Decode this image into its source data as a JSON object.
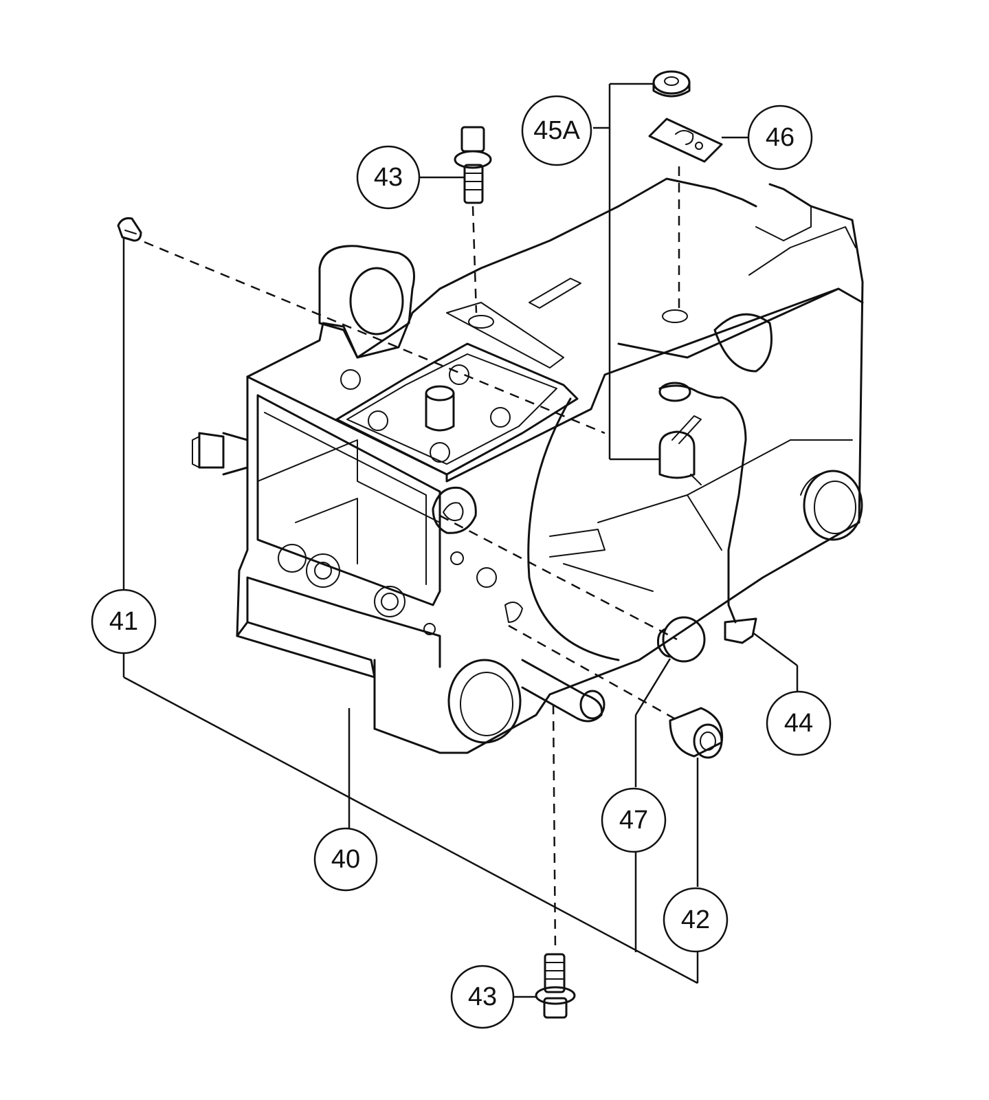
{
  "callouts": {
    "c40": "40",
    "c41": "41",
    "c42": "42",
    "c43_top": "43",
    "c43_bottom": "43",
    "c44": "44",
    "c45a": "45A",
    "c46": "46",
    "c47": "47"
  }
}
